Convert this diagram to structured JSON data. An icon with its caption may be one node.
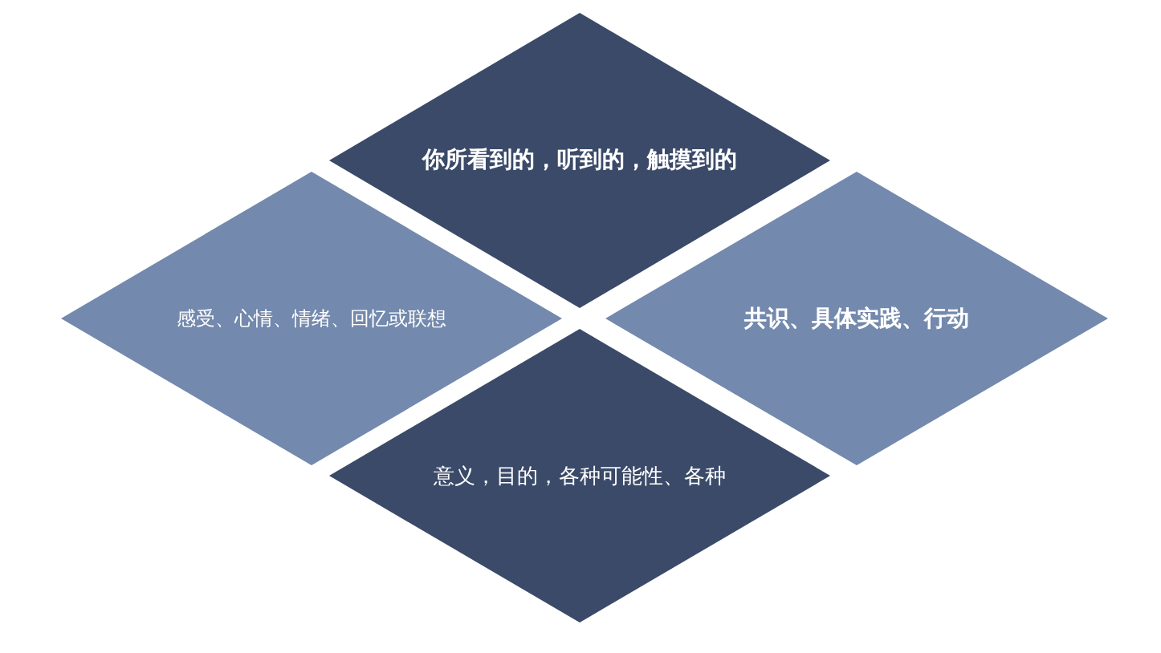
{
  "diagram": {
    "nodes": [
      {
        "text": [
          "你所看到的，听到的，触摸到的"
        ]
      },
      {
        "text": [
          "感受、心情、情绪、回忆或联想"
        ]
      },
      {
        "text": [
          "共识、具体实践、行动"
        ]
      },
      {
        "text": [
          "意义，目的，各种可能性、各种"
        ]
      }
    ]
  }
}
